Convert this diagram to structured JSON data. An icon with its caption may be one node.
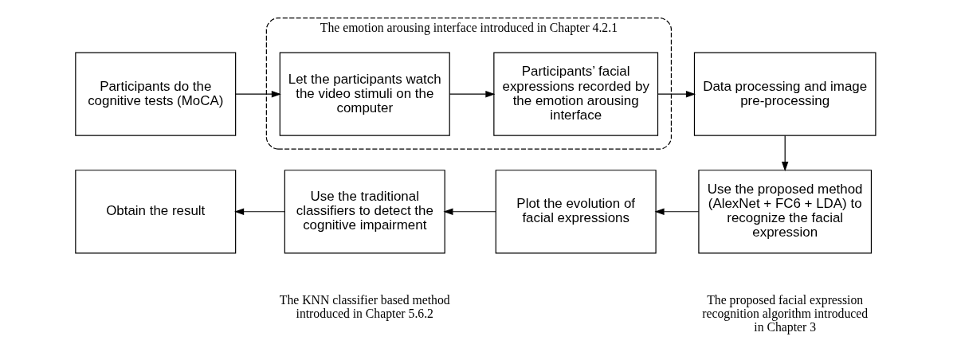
{
  "diagram": {
    "nodes": [
      {
        "text": [
          "Participants do the cognitive tests (MoCA)"
        ]
      },
      {
        "text": [
          "The emotion arousing interface introduced in Chapter 4.2.1"
        ]
      },
      {
        "text": [
          "Let the participants watch the video stimuli on the computer"
        ],
        "in": 1
      },
      {
        "text": [
          "Participants’ facial expressions recorded by the emotion arousing interface"
        ],
        "in": 1
      },
      {
        "text": [
          "Data processing and image pre-processing"
        ]
      },
      {
        "text": [
          "Use the proposed method (AlexNet + FC6 + LDA) to recognize the facial expression"
        ],
        "beside": [
          "The proposed facial expression recognition algorithm introduced in Chapter 3"
        ]
      },
      {
        "text": [
          "Plot the evolution of facial expressions"
        ]
      },
      {
        "text": [
          "Use the traditional classifiers to detect the cognitive impairment"
        ],
        "beside": [
          "The KNN classifier based method introduced in Chapter 5.6.2"
        ]
      },
      {
        "text": [
          "Obtain the result"
        ]
      }
    ],
    "edges": [
      {
        "from": 0,
        "to": 2,
        "arrow": "to"
      },
      {
        "from": 2,
        "to": 3,
        "arrow": "to"
      },
      {
        "from": 3,
        "to": 4,
        "arrow": "to"
      },
      {
        "from": 4,
        "to": 5,
        "arrow": "to"
      },
      {
        "from": 5,
        "to": 6,
        "arrow": "to"
      },
      {
        "from": 6,
        "to": 7,
        "arrow": "to"
      },
      {
        "from": 7,
        "to": 8,
        "arrow": "to"
      }
    ]
  }
}
